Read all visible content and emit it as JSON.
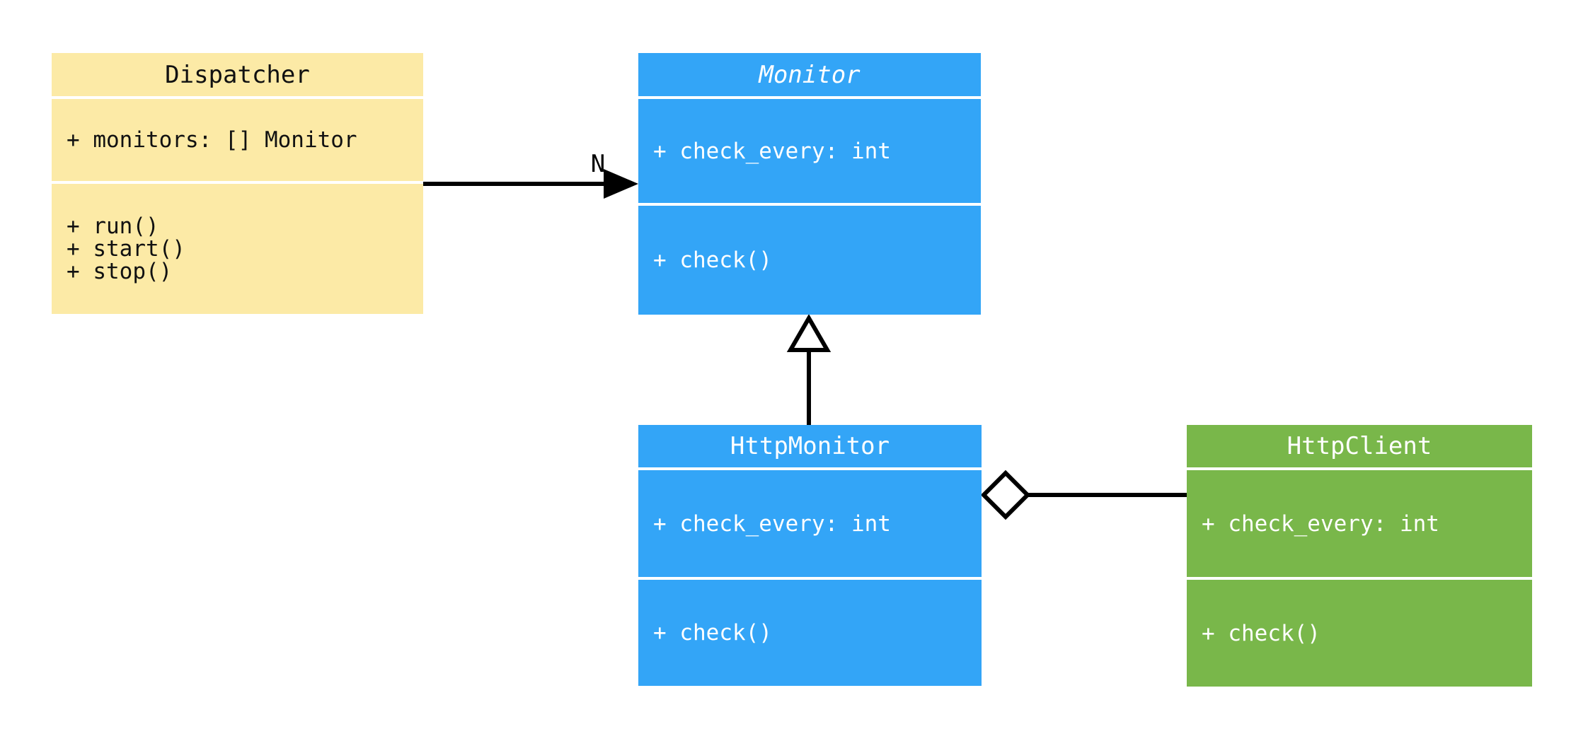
{
  "diagram": {
    "kind": "uml-class-diagram",
    "background": "#FFFFFF",
    "line_color": "#000000",
    "classes": [
      {
        "name": "Dispatcher",
        "abstract": false,
        "fill": "#FCEAA6",
        "text_color": "#111111",
        "attributes": [
          "+ monitors: [] Monitor"
        ],
        "methods": [
          "+ run()",
          "+ start()",
          "+ stop()"
        ]
      },
      {
        "name": "Monitor",
        "abstract": true,
        "fill": "#33A5F7",
        "text_color": "#FFFFFF",
        "attributes": [
          "+ check_every: int"
        ],
        "methods": [
          "+ check()"
        ]
      },
      {
        "name": "HttpMonitor",
        "abstract": false,
        "fill": "#33A5F7",
        "text_color": "#FFFFFF",
        "attributes": [
          "+ check_every: int"
        ],
        "methods": [
          "+ check()"
        ]
      },
      {
        "name": "HttpClient",
        "abstract": false,
        "fill": "#79B74A",
        "text_color": "#FFFFFF",
        "attributes": [
          "+ check_every: int"
        ],
        "methods": [
          "+ check()"
        ]
      }
    ],
    "relationships": [
      {
        "type": "directed-association",
        "from": "Dispatcher",
        "to": "Monitor",
        "label": "N"
      },
      {
        "type": "inheritance",
        "from": "HttpMonitor",
        "to": "Monitor",
        "label": ""
      },
      {
        "type": "aggregation",
        "from": "HttpMonitor",
        "to": "HttpClient",
        "label": ""
      }
    ]
  }
}
